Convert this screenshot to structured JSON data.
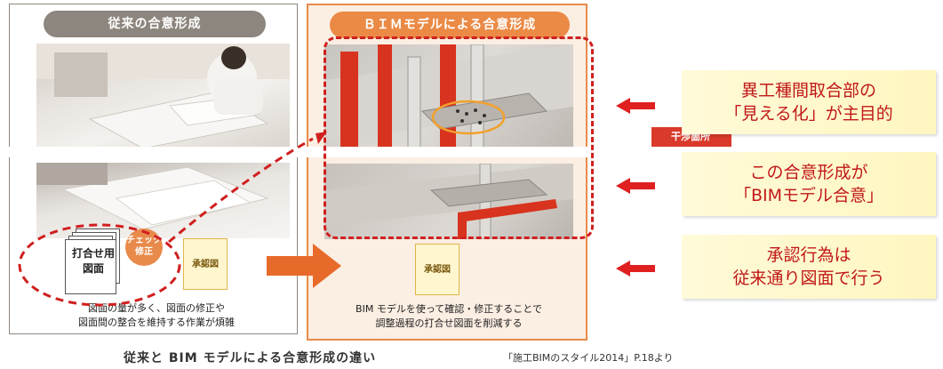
{
  "left": {
    "header": "従来の合意形成",
    "doc_label_line1": "打合せ用",
    "doc_label_line2": "図面",
    "badge_line1": "チェック",
    "badge_line2": "修正",
    "approval": "承認図",
    "caption_line1": "図面の量が多く、図面の修正や",
    "caption_line2": "図面間の整合を維持する作業が煩雑"
  },
  "right": {
    "header": "ＢＩＭモデルによる合意形成",
    "interference": "干渉箇所",
    "approval": "承認図",
    "caption_line1": "BIM モデルを使って確認・修正することで",
    "caption_line2": "調整過程の打合せ図面を削減する"
  },
  "callouts": [
    {
      "line1": "異工種間取合部の",
      "line2": "「見える化」が主目的"
    },
    {
      "line1": "この合意形成が",
      "line2": "「BIMモデル合意」"
    },
    {
      "line1": "承認行為は",
      "line2": "従来通り図面で行う"
    }
  ],
  "footer": {
    "title": "従来と BIM モデルによる合意形成の違い",
    "source": "「施工BIMのスタイル2014」P.18より"
  },
  "colors": {
    "accent_red": "#d01f1f",
    "orange": "#e88a4a",
    "callout_bg": "#fff6c0"
  }
}
